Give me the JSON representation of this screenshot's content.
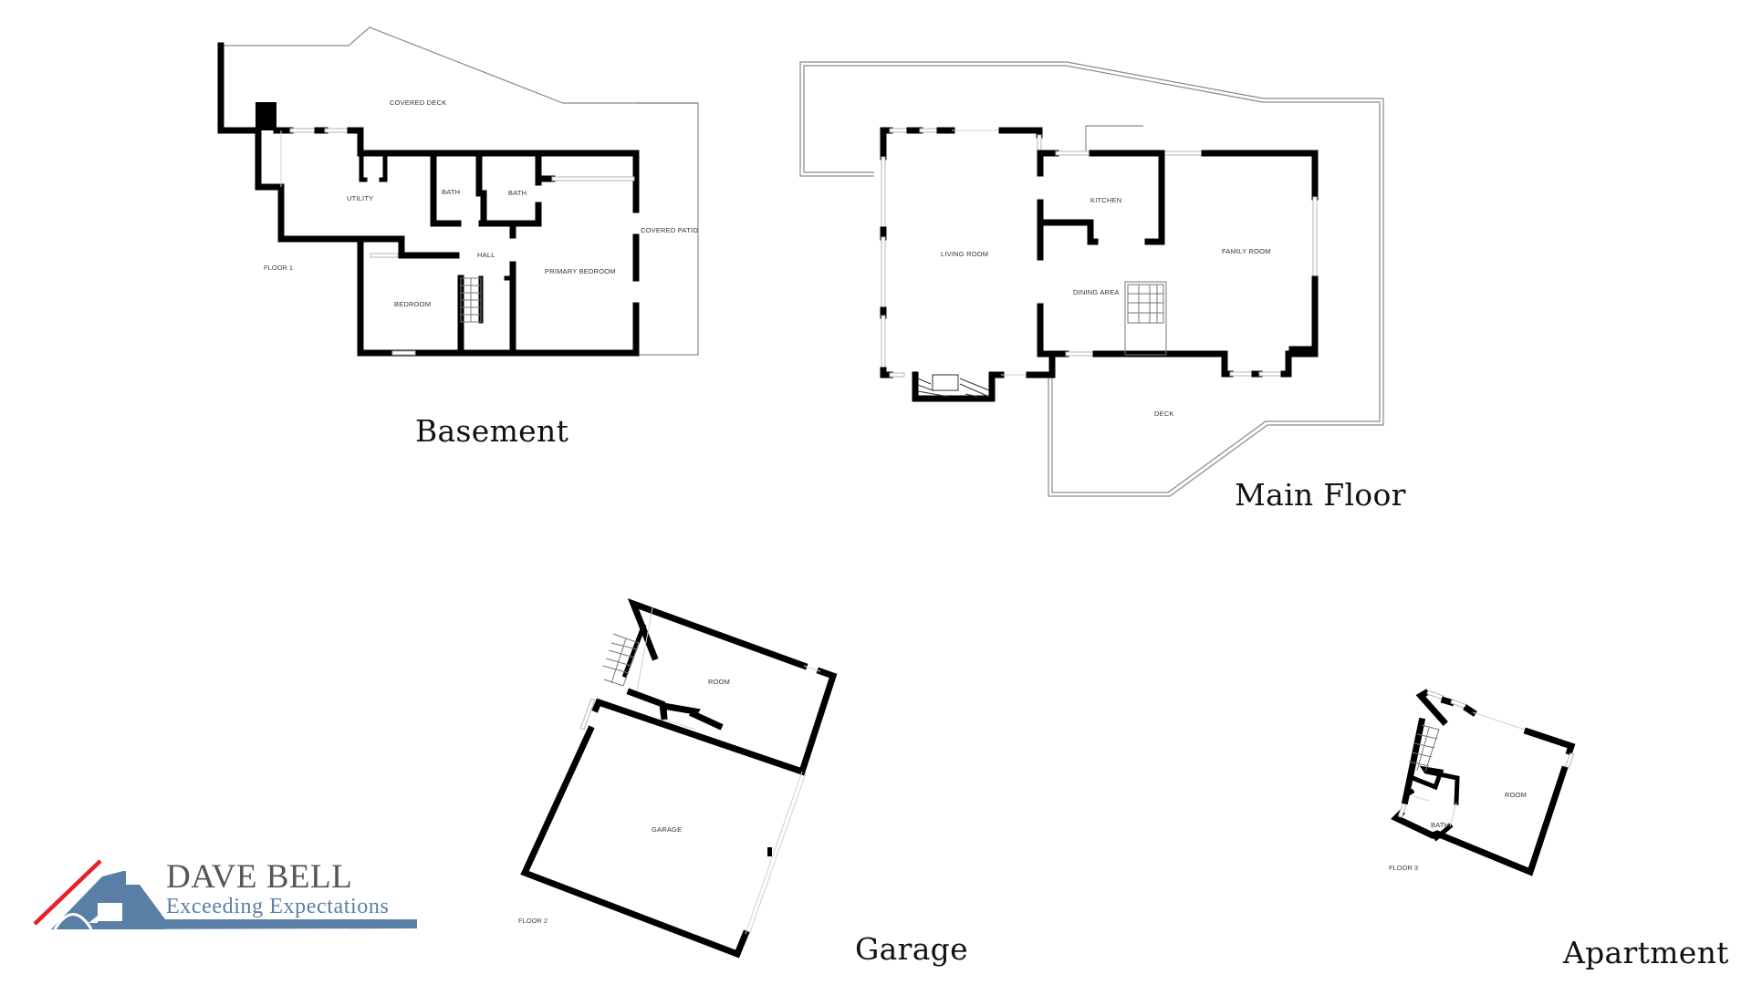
{
  "document": {
    "type": "floor-plan-sheet",
    "background": "#ffffff"
  },
  "sections": {
    "basement": {
      "title": "Basement",
      "floor_label": "FLOOR 1",
      "rooms": [
        "COVERED DECK",
        "UTILITY",
        "BATH",
        "BATH",
        "HALL",
        "PRIMARY BEDROOM",
        "BEDROOM",
        "COVERED PATIO"
      ]
    },
    "main_floor": {
      "title": "Main Floor",
      "rooms": [
        "LIVING ROOM",
        "KITCHEN",
        "DINING AREA",
        "FAMILY ROOM",
        "DECK"
      ]
    },
    "garage": {
      "title": "Garage",
      "floor_label": "FLOOR 2",
      "rooms": [
        "ROOM",
        "GARAGE"
      ]
    },
    "apartment": {
      "title": "Apartment",
      "floor_label": "FLOOR 3",
      "rooms": [
        "ROOM",
        "BATH"
      ]
    }
  },
  "logo": {
    "name": "DAVE BELL",
    "tagline": "Exceeding Expectations",
    "colors": {
      "house": "#5a7fa6",
      "roof_line": "#e8202a",
      "name_text": "#555555",
      "tagline_text": "#5b7fa8"
    }
  },
  "colors": {
    "wall": "#000000",
    "outline": "#8a8a8a",
    "window": "#b5b5b5"
  }
}
